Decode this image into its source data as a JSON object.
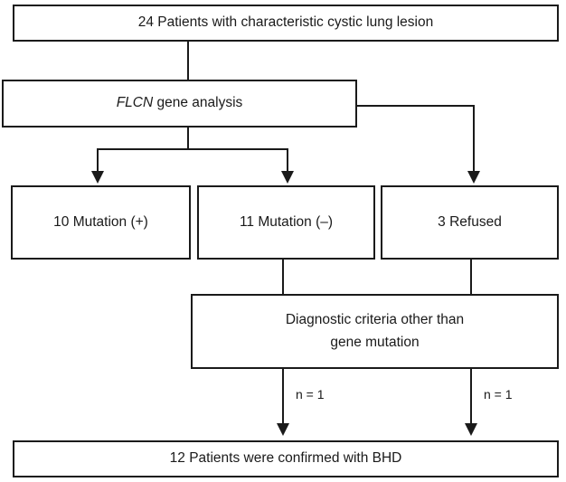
{
  "diagram": {
    "type": "flowchart",
    "title": "Patient enrollment and BHD diagnosis flow",
    "nodes": [
      {
        "id": "cohort",
        "label": "24 Patients with characteristic cystic lung lesion"
      },
      {
        "id": "flcn",
        "label_italic": "FLCN",
        "label_rest": " gene analysis",
        "label": "FLCN gene analysis"
      },
      {
        "id": "mutation-positive",
        "label": "10 Mutation (+)"
      },
      {
        "id": "mutation-negative",
        "label": "11 Mutation (–)"
      },
      {
        "id": "refused",
        "label": "3 Refused"
      },
      {
        "id": "other-criteria",
        "label_line1": "Diagnostic criteria other than",
        "label_line2": "gene mutation",
        "label": "Diagnostic criteria other than gene mutation"
      },
      {
        "id": "confirmed",
        "label": "12 Patients were confirmed with BHD"
      }
    ],
    "edge_labels": {
      "from_negative": "n = 1",
      "from_refused": "n = 1"
    },
    "colors": {
      "stroke": "#1a1a1a",
      "fill": "#ffffff",
      "text": "#1a1a1a"
    }
  }
}
